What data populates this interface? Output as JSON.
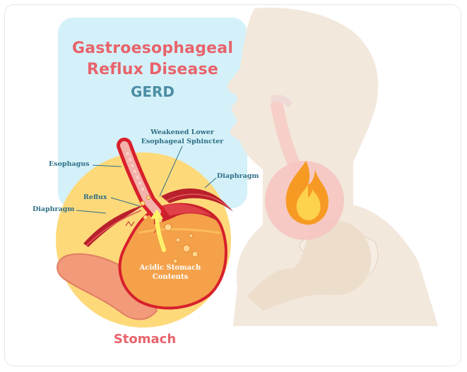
{
  "title": {
    "line1": "Gastroesophageal",
    "line2": "Reflux Disease",
    "abbreviation": "GERD"
  },
  "labels": {
    "sphincter_line1": "Weakened Lower",
    "sphincter_line2": "Esophageal Sphincter",
    "esophagus": "Esophagus",
    "reflux": "Reflux",
    "diaphragm_left": "Diaphragm",
    "diaphragm_right": "Diaphragm",
    "acid_line1": "Acidic Stomach",
    "acid_line2": "Contents",
    "stomach": "Stomach"
  },
  "colors": {
    "title_red": "#e8636b",
    "label_blue": "#2f6f86",
    "panel_blue": "#d4f1f9",
    "circle_yellow": "#fdd97a",
    "body_beige": "#f2e8dc",
    "stomach_orange": "#f4a14a",
    "muscle_red": "#b8202b"
  },
  "icons": [
    "flame-icon"
  ]
}
